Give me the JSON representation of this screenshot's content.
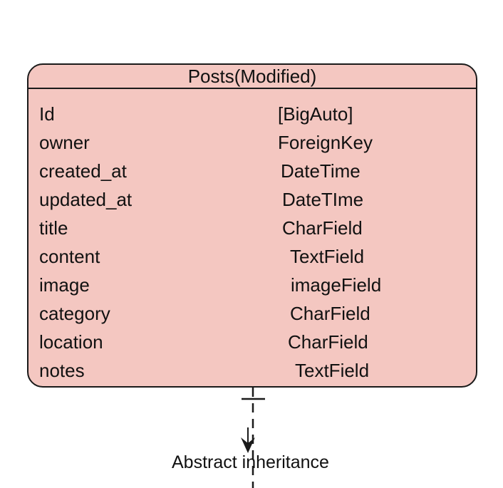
{
  "entity": {
    "title": "Posts(Modified)",
    "fields": [
      {
        "name": "Id",
        "type": "[BigAuto]"
      },
      {
        "name": "owner",
        "type": "ForeignKey"
      },
      {
        "name": "created_at",
        "type": "DateTime"
      },
      {
        "name": "updated_at",
        "type": "DateTIme"
      },
      {
        "name": "title",
        "type": "CharField"
      },
      {
        "name": "content",
        "type": "TextField"
      },
      {
        "name": "image",
        "type": "imageField"
      },
      {
        "name": "category",
        "type": "CharField"
      },
      {
        "name": "location",
        "type": "CharField"
      },
      {
        "name": "notes",
        "type": "TextField"
      }
    ]
  },
  "connector": {
    "label": "Abstract inheritance"
  },
  "colors": {
    "entity_fill": "#f4c7c1",
    "stroke": "#1a1a1a"
  }
}
